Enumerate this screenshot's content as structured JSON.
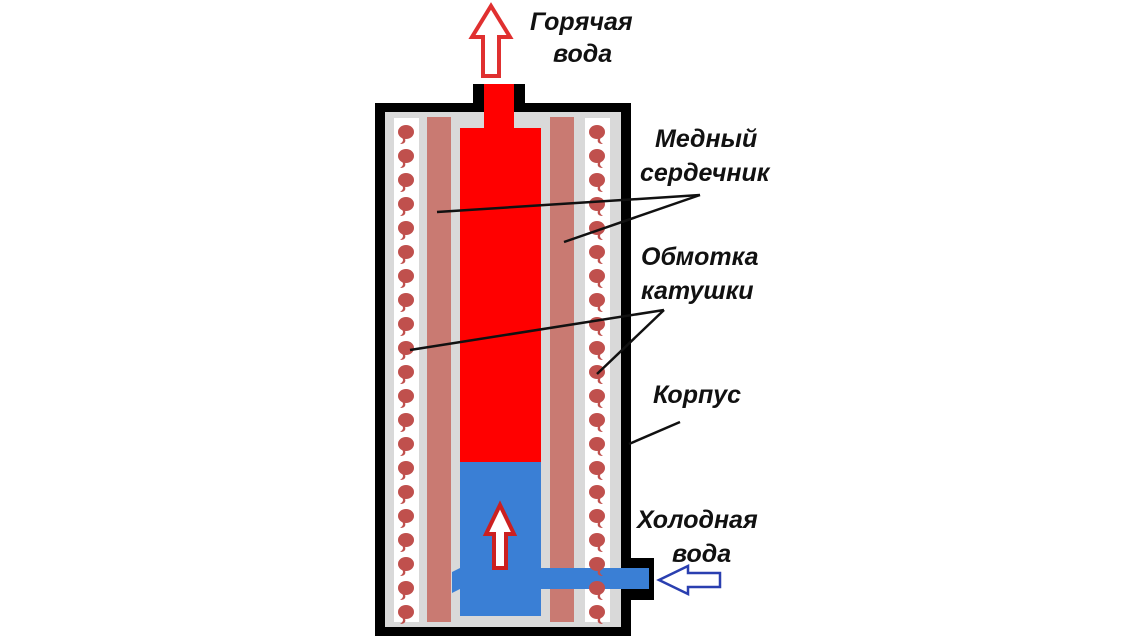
{
  "labels": {
    "hot_water": [
      "Горячая",
      "вода"
    ],
    "copper_core": [
      "Медный",
      "сердечник"
    ],
    "coil_winding": [
      "Обмотка",
      "катушки"
    ],
    "housing": [
      "Корпус"
    ],
    "cold_water": [
      "Холодная",
      "вода"
    ]
  },
  "colors": {
    "housing": "#000000",
    "insulation": "#d9d9d9",
    "copper_core": "#c97a72",
    "coil_turn": "#c0504d",
    "hot_water": "#ff0000",
    "cold_water": "#3a7fd5",
    "hot_arrow_fill": "#ffffff",
    "hot_arrow_stroke": "#e03030",
    "cold_arrow_stroke": "#2a3fb0"
  },
  "icons": [
    "hot-water-out-arrow-icon",
    "water-flow-up-arrow-icon",
    "cold-water-in-arrow-icon"
  ]
}
